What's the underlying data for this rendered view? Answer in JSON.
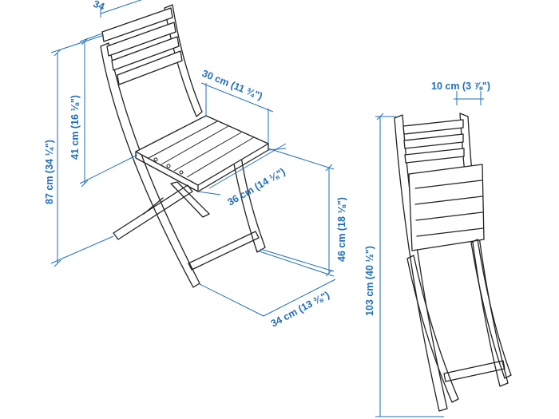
{
  "colors": {
    "line": "#222222",
    "dimension": "#1f6fb8",
    "background": "#ffffff"
  },
  "dimensions": {
    "top_clipped": "34",
    "seat_depth": "30 cm (11 ¾\")",
    "backrest_height": "41 cm (16 ⅛\")",
    "total_height": "87 cm (34 ¼\")",
    "seat_width": "36 cm (14 ⅛\")",
    "seat_height": "46 cm (18 ⅛\")",
    "base_width": "34 cm (13 ⅜\")",
    "folded_depth": "10 cm (3 ⅞\")",
    "folded_height": "103 cm (40 ½\")"
  }
}
